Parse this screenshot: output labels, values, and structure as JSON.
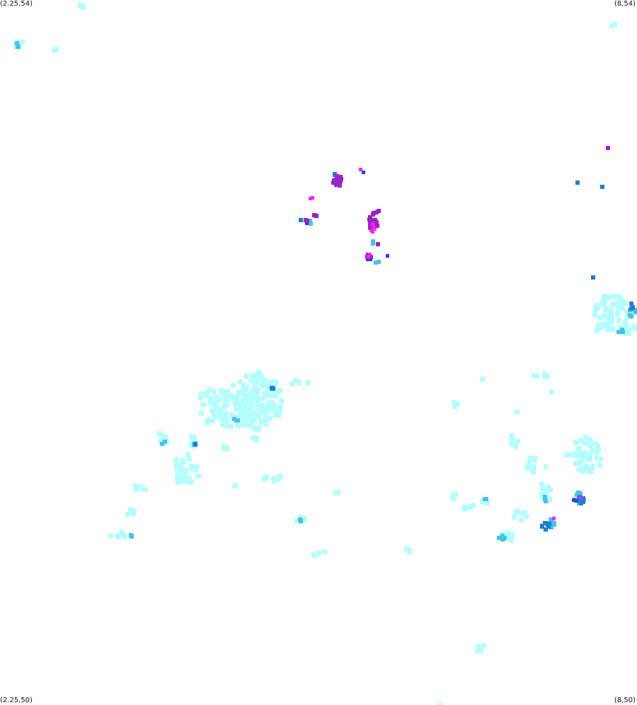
{
  "map": {
    "corners": {
      "top_left": "(2.25,54)",
      "top_right": "(8,54)",
      "bottom_left": "(2.25,50)",
      "bottom_right": "(8,50)"
    },
    "bounds": {
      "lon_min": 2.25,
      "lon_max": 8,
      "lat_min": 50,
      "lat_max": 54
    },
    "intensity_colors": {
      "light": "#b3ffff",
      "medium": "#44c4ec",
      "strong": "#1e7fd2",
      "heavy": "#2244dd",
      "intense": "#9922cc",
      "extreme": "#ff22ee"
    }
  }
}
